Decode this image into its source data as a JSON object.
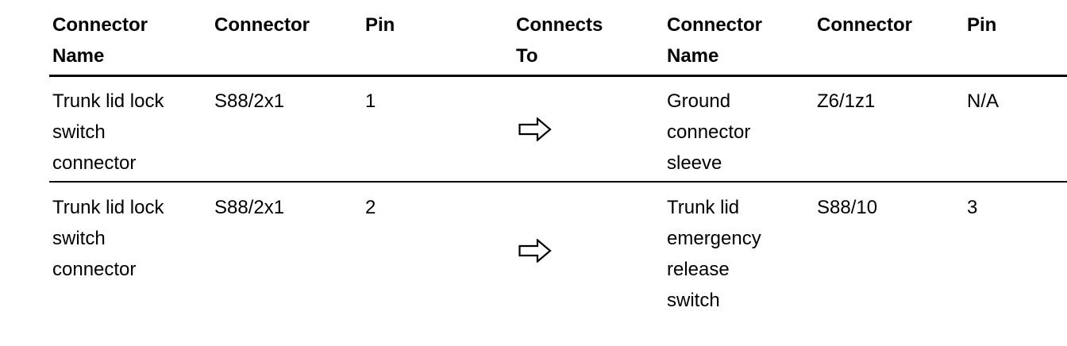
{
  "headers": [
    {
      "lines": [
        "Connector",
        "Name"
      ]
    },
    {
      "lines": [
        "Connector"
      ]
    },
    {
      "lines": [
        "Pin"
      ]
    },
    {
      "lines": [
        "Connects",
        "To"
      ]
    },
    {
      "lines": [
        "Connector",
        "Name"
      ]
    },
    {
      "lines": [
        "Connector"
      ]
    },
    {
      "lines": [
        "Pin"
      ]
    }
  ],
  "rows": [
    {
      "from_name": [
        "Trunk lid lock",
        "switch",
        "connector"
      ],
      "from_connector": "S88/2x1",
      "from_pin": "1",
      "connects_icon": "right-arrow-icon",
      "to_name": [
        "Ground",
        "connector",
        "sleeve"
      ],
      "to_connector": "Z6/1z1",
      "to_pin": "N/A"
    },
    {
      "from_name": [
        "Trunk lid lock",
        "switch",
        "connector"
      ],
      "from_connector": "S88/2x1",
      "from_pin": "2",
      "connects_icon": "right-arrow-icon",
      "to_name": [
        "Trunk lid",
        "emergency",
        "release",
        "switch"
      ],
      "to_connector": "S88/10",
      "to_pin": "3"
    }
  ]
}
